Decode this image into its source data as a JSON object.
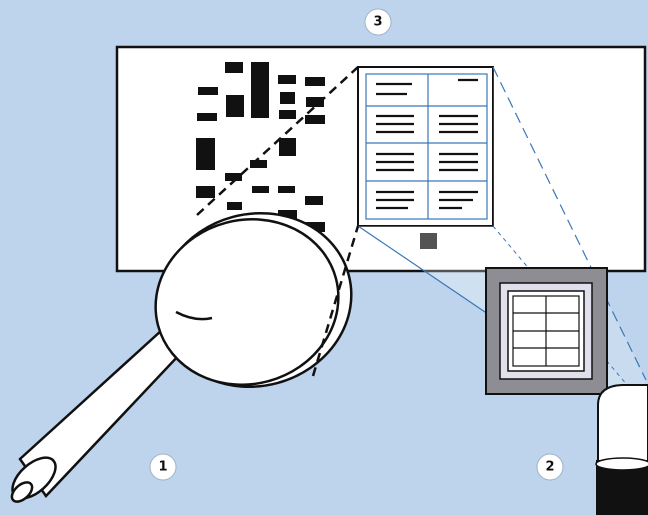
{
  "labels": {
    "screen": "3",
    "tube": "1",
    "lamp": "2"
  },
  "colors": {
    "background": "#bdd4ec",
    "screen": "#ffffff",
    "line": "#111111",
    "projection": "#3a78b8",
    "frame": "#8d8d93"
  }
}
